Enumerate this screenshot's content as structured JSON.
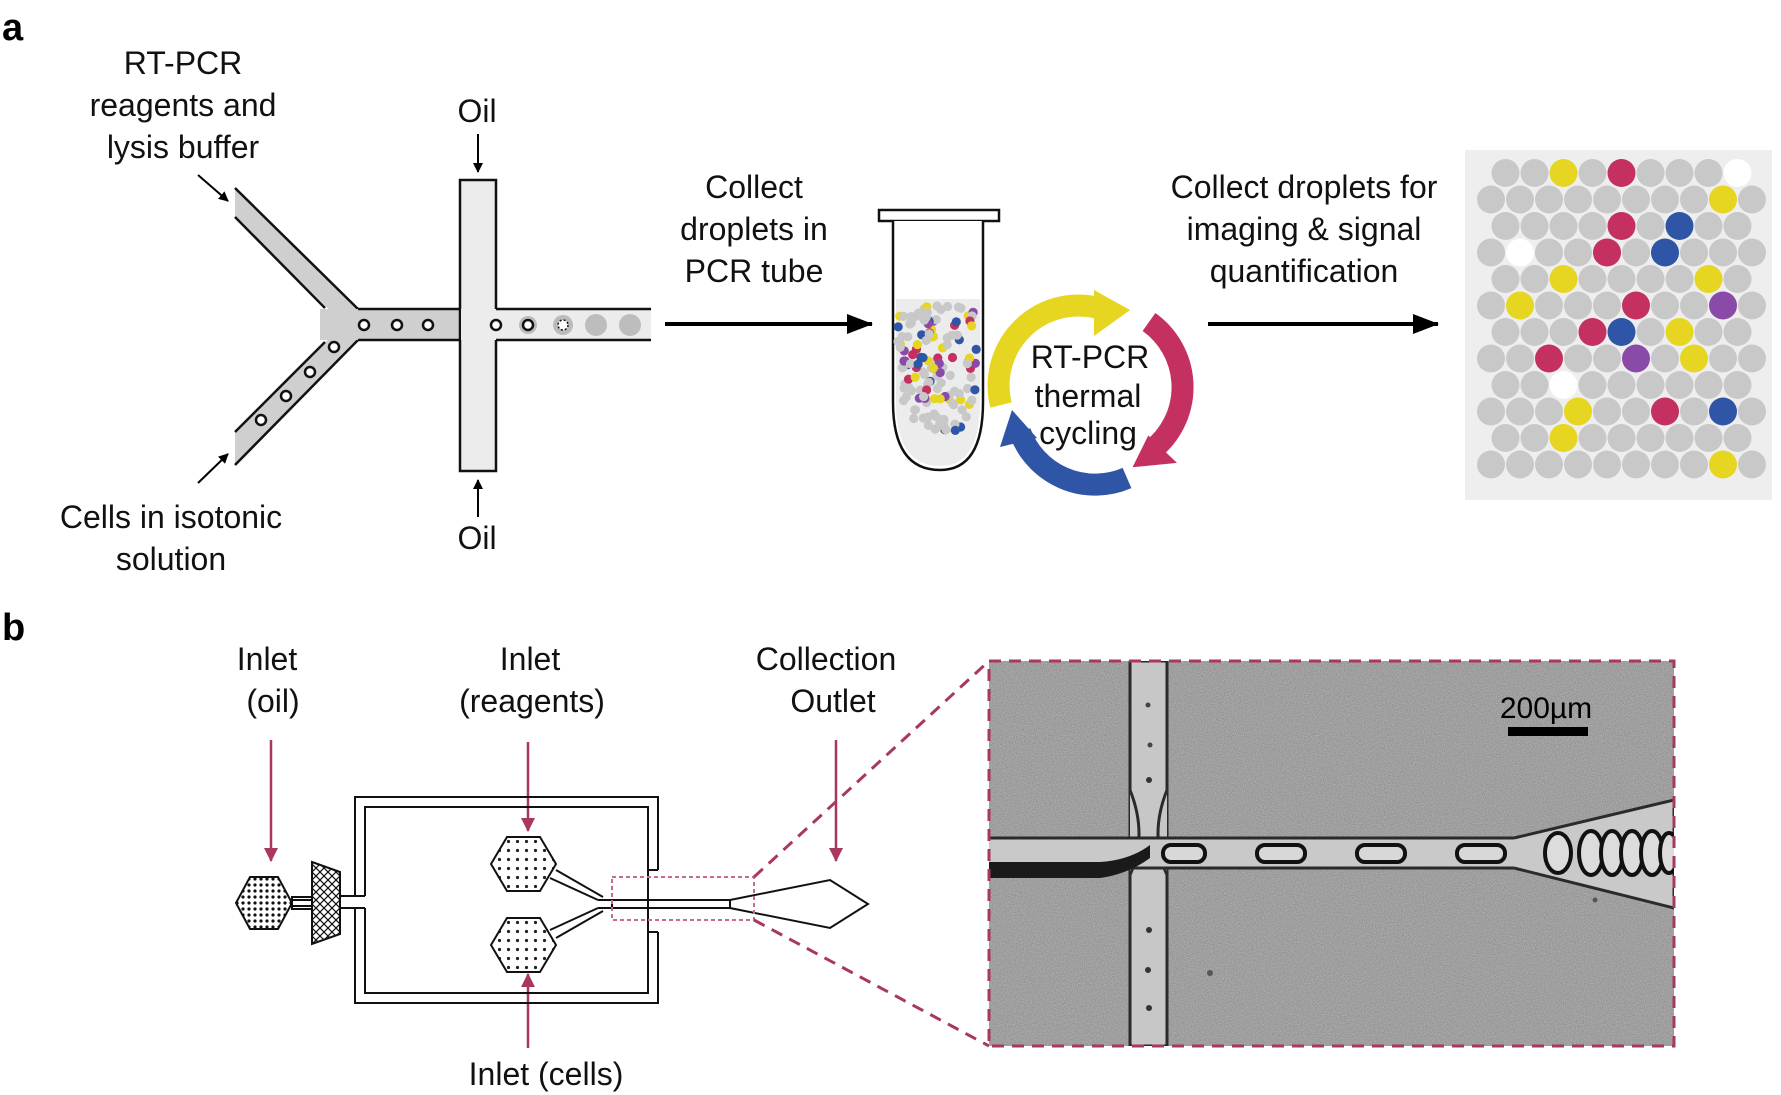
{
  "panel_a": {
    "letter": "a",
    "reagent_label": [
      "RT-PCR",
      "reagents and",
      "lysis buffer"
    ],
    "cells_label": [
      "Cells in isotonic",
      "solution"
    ],
    "oil_top": "Oil",
    "oil_bottom": "Oil",
    "collect_tube": [
      "Collect",
      "droplets in",
      "PCR tube"
    ],
    "cycling": [
      "RT-PCR",
      "thermal",
      "cycling"
    ],
    "collect_imaging": [
      "Collect droplets for",
      "imaging & signal",
      "quantification"
    ]
  },
  "panel_b": {
    "letter": "b",
    "inlet_oil": [
      "Inlet",
      "(oil)"
    ],
    "inlet_reagents": [
      "Inlet",
      "(reagents)"
    ],
    "collection_outlet": [
      "Collection",
      "Outlet"
    ],
    "inlet_cells": "Inlet (cells)",
    "scale_bar": "200µm"
  },
  "colors": {
    "accent": "#a8385f",
    "droplet_grey": "#c8c8c8",
    "yellow": "#e6d521",
    "red": "#c4305f",
    "blue": "#2f56a6",
    "purple": "#8a4aa8",
    "white_droplet": "#ffffff",
    "channel_grey": "#cfcfcf"
  }
}
